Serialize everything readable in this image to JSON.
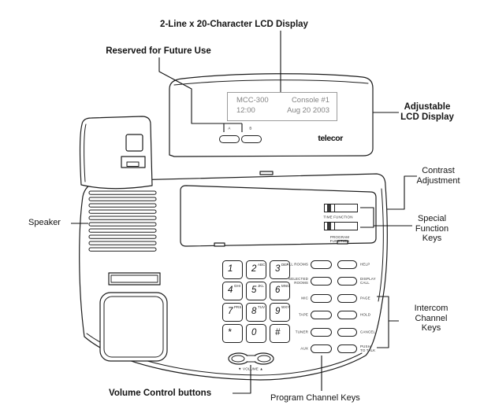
{
  "callouts": {
    "lcd": "2-Line x 20-Character LCD Display",
    "reserved": "Reserved for Future Use",
    "adjustable": "Adjustable LCD Display",
    "contrast": "Contrast Adjustment",
    "special": "Special Function Keys",
    "intercom": "Intercom Channel Keys",
    "speaker": "Speaker",
    "volume": "Volume Control buttons",
    "program": "Program Channel Keys"
  },
  "device": {
    "brand": "telecor",
    "lcd": {
      "model": "MCC-300",
      "console": "Console #1",
      "time": "12:00",
      "date": "Aug 20 2003"
    },
    "reserved_keys": [
      "A",
      "B"
    ],
    "function_keys": [
      "TIME FUNCTION",
      "PROGRAM FUNCTION"
    ],
    "keypad": [
      {
        "digit": "1",
        "letters": ""
      },
      {
        "digit": "2",
        "letters": "ABC"
      },
      {
        "digit": "3",
        "letters": "DEF"
      },
      {
        "digit": "4",
        "letters": "GHI"
      },
      {
        "digit": "5",
        "letters": "JKL"
      },
      {
        "digit": "6",
        "letters": "MNO"
      },
      {
        "digit": "7",
        "letters": "PRS"
      },
      {
        "digit": "8",
        "letters": "TUV"
      },
      {
        "digit": "9",
        "letters": "WXY"
      },
      {
        "digit": "*",
        "letters": ""
      },
      {
        "digit": "0",
        "letters": ""
      },
      {
        "digit": "#",
        "letters": ""
      }
    ],
    "program_channels": [
      "ALL ROOMS",
      "SELECTED\nROOMS",
      "MIC",
      "TAPE",
      "TUNER",
      "AUX"
    ],
    "intercom_channels": [
      "HELP",
      "DISPLAY\nCALL",
      "PAGE",
      "HOLD",
      "CANCEL",
      "PUSH\nTO TALK"
    ],
    "volume_label": "▼  VOLUME  ▲"
  }
}
